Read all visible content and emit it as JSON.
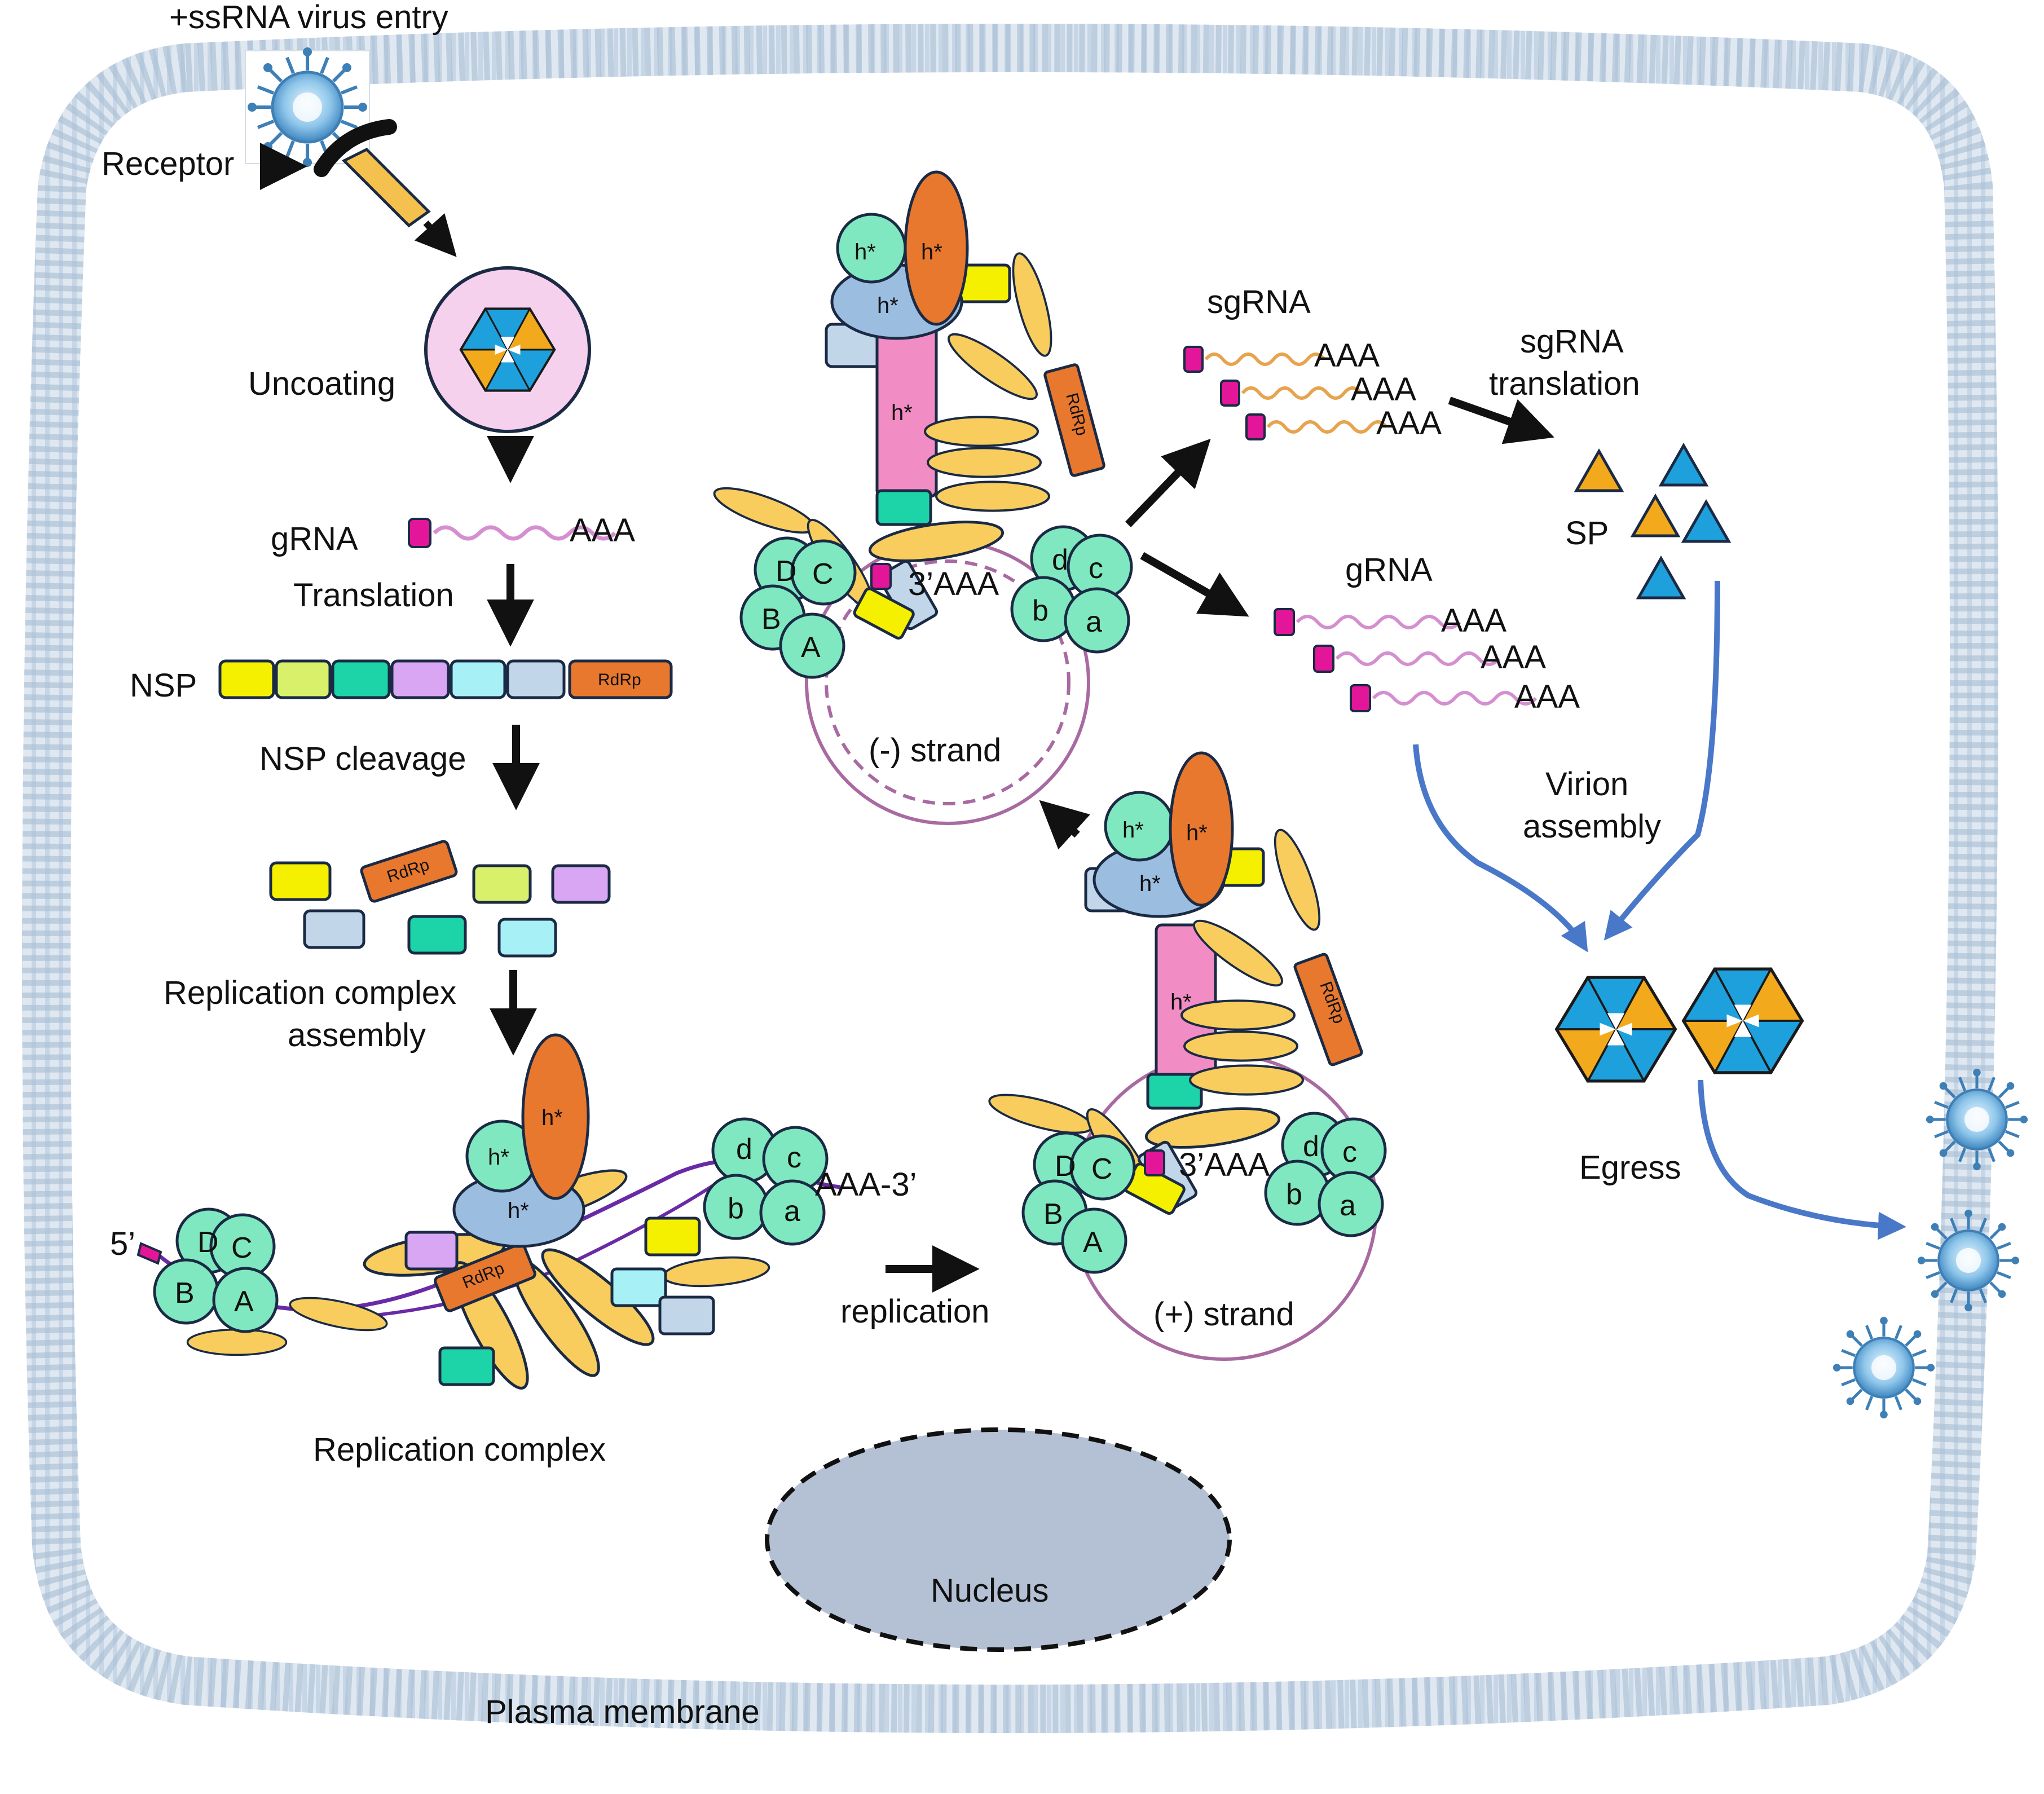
{
  "labels": {
    "virus_entry": "+ssRNA virus entry",
    "receptor": "Receptor",
    "uncoating": "Uncoating",
    "grna": "gRNA",
    "aaa": "AAA",
    "translation": "Translation",
    "nsp": "NSP",
    "rdrp": "RdRp",
    "nsp_cleavage": "NSP cleavage",
    "replication_complex_assembly_line1": "Replication complex",
    "replication_complex_assembly_line2": "assembly",
    "replication_complex": "Replication complex",
    "replication": "replication",
    "five_prime": "5’",
    "aaa_3prime": "AAA-3’",
    "three_prime_aaa": "3’AAA",
    "minus_strand": "(-) strand",
    "plus_strand": "(+) strand",
    "sgrna": "sgRNA",
    "sgrna_translation_line1": "sgRNA",
    "sgrna_translation_line2": "translation",
    "sp": "SP",
    "virion_assembly_line1": "Virion",
    "virion_assembly_line2": "assembly",
    "egress": "Egress",
    "nucleus": "Nucleus",
    "plasma_membrane": "Plasma membrane",
    "h_star": "h*"
  },
  "domain_letters": {
    "upper": [
      "D",
      "C",
      "B",
      "A"
    ],
    "lower": [
      "d",
      "c",
      "b",
      "a"
    ]
  },
  "colors": {
    "membrane": "#b9cde0",
    "teal_ball": "#7fe8c0",
    "orange": "#e8782e",
    "yellow_oval": "#f8cd5e",
    "pink_bar": "#f28cc4",
    "blue_oval": "#9bbde0",
    "magenta_cap": "#e3169a",
    "rna_pink": "#d58fd0",
    "rna_orange": "#e6a44e",
    "arrow_blue": "#4a78c8",
    "nucleus": "#b4c1d4",
    "strand_purple": "#a86aa0",
    "sp_gold": "#f2aa1c",
    "sp_blue": "#1ea0dc"
  }
}
